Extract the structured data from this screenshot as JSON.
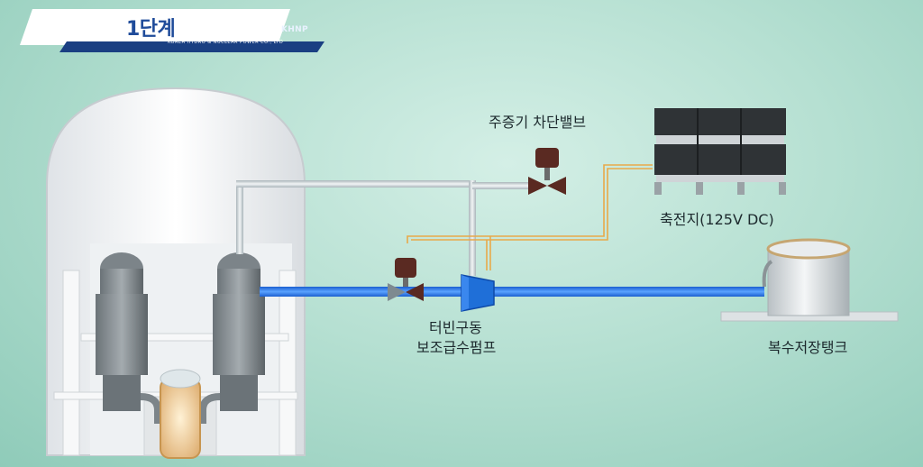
{
  "header": {
    "stage_title": "1단계",
    "company_sub": "KOREA HYDRO & NUCLEAR POWER CO., LTD",
    "logo_text": "KHNP"
  },
  "diagram": {
    "labels": {
      "main_steam_isolation_valve": "주증기 차단밸브",
      "battery": "축전지(125V DC)",
      "turbine_pump_line1": "터빈구동",
      "turbine_pump_line2": "보조급수펌프",
      "condensate_storage_tank": "복수저장탱크"
    },
    "colors": {
      "water_line": "#2f7be8",
      "steam_line": "#c9d3d6",
      "signal_line": "#e8a94a",
      "valve_actuator": "#5a2a22",
      "pump": "#1f6fd8"
    }
  }
}
